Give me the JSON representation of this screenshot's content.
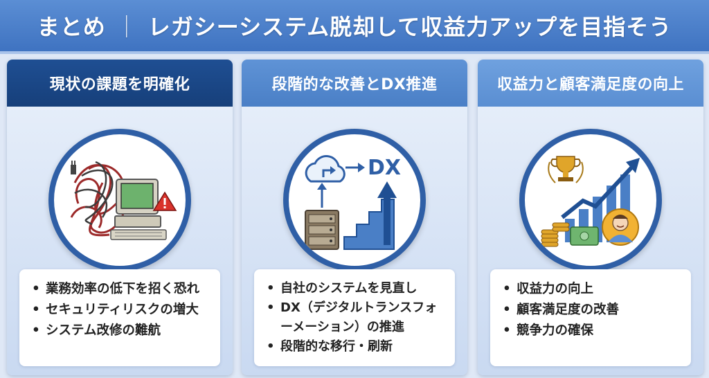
{
  "title": {
    "left": "まとめ",
    "separator": "｜",
    "right": "レガシーシステム脱却して収益力アップを目指そう"
  },
  "panels": [
    {
      "heading": "現状の課題を明確化",
      "illustration": "tangled-cables-old-computer-warning",
      "bullets": [
        "業務効率の低下を招く恐れ",
        "セキュリティリスクの増大",
        "システム改修の難航"
      ]
    },
    {
      "heading": "段階的な改善とDX推進",
      "illustration": "server-cloud-stairs-arrow",
      "dx_label": "DX",
      "bullets": [
        "自社のシステムを見直し",
        "DX（デジタルトランスフォーメーション）の推進",
        "段階的な移行・刷新"
      ]
    },
    {
      "heading": "収益力と顧客満足度の向上",
      "illustration": "trophy-growth-chart-money-customer",
      "bullets": [
        "収益力の向上",
        "顧客満足度の改善",
        "競争力の確保"
      ]
    }
  ],
  "colors": {
    "banner": "#4a7fc8",
    "circle_border": "#2f5fa6",
    "panel1_header": "#1f4f93",
    "panel2_header": "#5f93d6",
    "panel3_header": "#6fa1df"
  }
}
